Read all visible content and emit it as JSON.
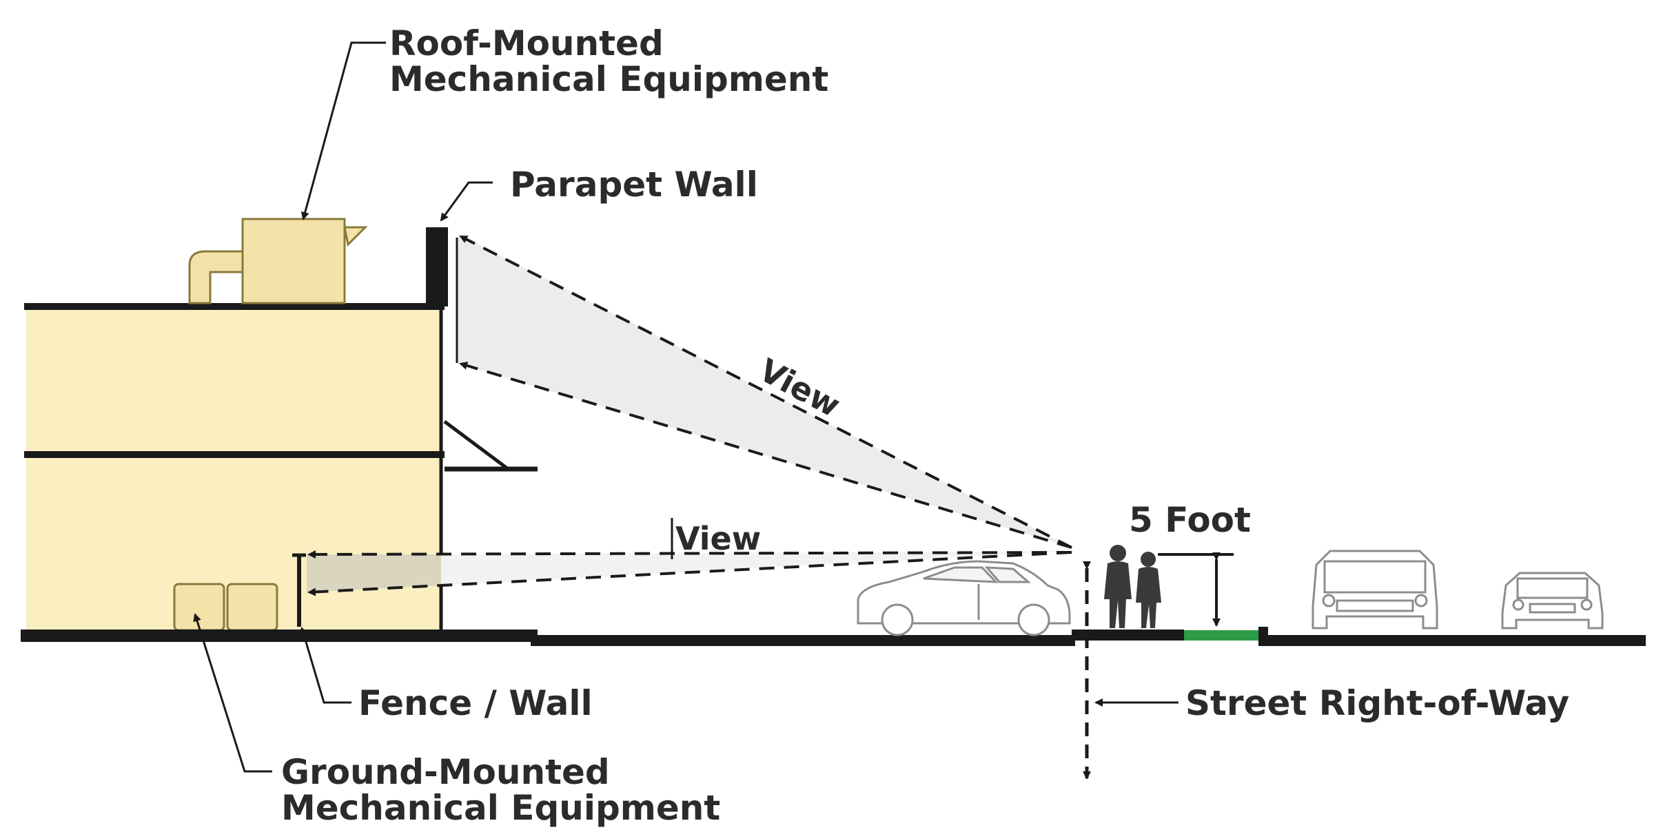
{
  "labels": {
    "roof_equipment_line1": "Roof-Mounted",
    "roof_equipment_line2": "Mechanical Equipment",
    "parapet_wall": "Parapet Wall",
    "view_upper": "View",
    "view_lower": "View",
    "five_foot": "5 Foot",
    "fence_wall": "Fence / Wall",
    "street_row": "Street Right-of-Way",
    "ground_equipment_line1": "Ground-Mounted",
    "ground_equipment_line2": "Mechanical Equipment"
  },
  "colors": {
    "building_fill": "#fbefc2",
    "equipment_fill": "#f4e3a8",
    "line": "#1a1a1a",
    "view_cone": "#e6e6e6",
    "lower_view_cone": "#d7d3bd",
    "planting_strip": "#2e9b47",
    "vehicle_fill": "#ffffff",
    "vehicle_stroke": "#8c8c8c",
    "pedestrian": "#3a3a3a"
  }
}
